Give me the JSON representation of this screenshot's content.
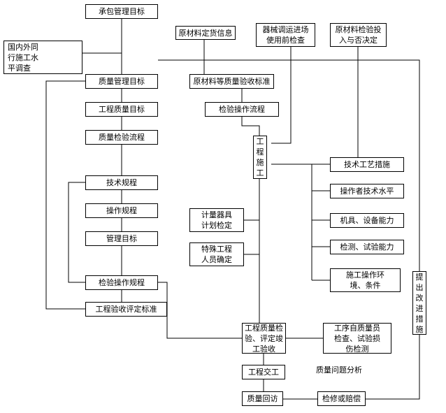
{
  "diagram": {
    "nodes": {
      "contract_goal": "承包管理目标",
      "domestic_survey": "国内外同\n行施工水\n平调查",
      "quality_goal": "质量管理目标",
      "eng_quality_goal": "工程质量目标",
      "quality_inspect_flow": "质量检验流程",
      "tech_rules": "技术规程",
      "operation_rules": "操作规程",
      "mgmt_goal": "管理目标",
      "inspect_op_rules": "检验操作规程",
      "acceptance_std": "工程验收评定标准",
      "material_supplier": "原材料定货信息",
      "material_accept_std": "原材料等质量验收标准",
      "inspect_op_flow": "检验操作流程",
      "equipment_check": "器械调运进场\n使用前检查",
      "material_decide": "原材料检验投\n入与否决定",
      "construction": "工\n程\n施\n工",
      "tech_process": "技术工艺措施",
      "operator_skill": "操作者技术水平",
      "equipment_capacity": "机具、设备能力",
      "testing_capacity": "检测、试验能力",
      "environment": "施工操作环\n境、条件",
      "meter_plan": "计量器具\n计划检定",
      "special_staff": "特殊工程\n人员确定",
      "quality_accept": "工程质量检\n验、评定竣\n工验收",
      "self_inspect": "工序自质量员\n检查、试验损\n伤检测",
      "handover": "工程交工",
      "problem_analysis": "质量问题分析",
      "revisit": "质量回访",
      "repair": "检修或赔偿",
      "improve": "提\n出\n改\n进\n措\n施"
    }
  }
}
